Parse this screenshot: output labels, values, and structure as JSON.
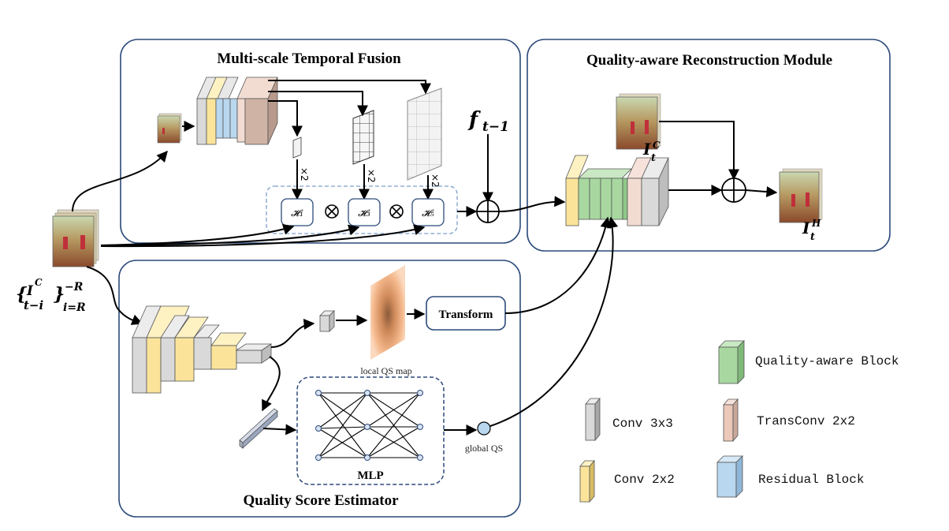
{
  "panels": {
    "temporal_fusion": "Multi-scale Temporal Fusion",
    "reconstruction": "Quality-aware Reconstruction Module",
    "estimator": "Quality Score Estimator"
  },
  "inputs": {
    "sequence_label": "{I_{t-i}^C}_{i=R}^{-R}",
    "feature_prev": "f",
    "feature_prev_sub": "t−1",
    "current_frame": "I",
    "current_frame_sup": "C",
    "current_frame_sub": "t",
    "output_frame": "I",
    "output_frame_sup": "H",
    "output_frame_sub": "t"
  },
  "fusion_blocks": {
    "h1": "𝓗₁",
    "h3": "𝓗₃",
    "h5": "𝓗₅",
    "upsample": "×2"
  },
  "estimator_labels": {
    "local_qs": "local QS map",
    "transform": "Transform",
    "mlp": "MLP",
    "global_qs": "global QS"
  },
  "legend": {
    "quality_block": "Quality-aware Block",
    "transconv": "TransConv 2x2",
    "conv3": "Conv 3x3",
    "residual": "Residual Block",
    "conv2": "Conv 2x2"
  },
  "colors": {
    "panel_border": "#2c4a7a",
    "conv3x3": "#d9d9d9",
    "conv2x2": "#fbe49a",
    "residual": "#b9d7ee",
    "transconv": "#ecc8b8",
    "quality_block": "#a8d8a0"
  }
}
